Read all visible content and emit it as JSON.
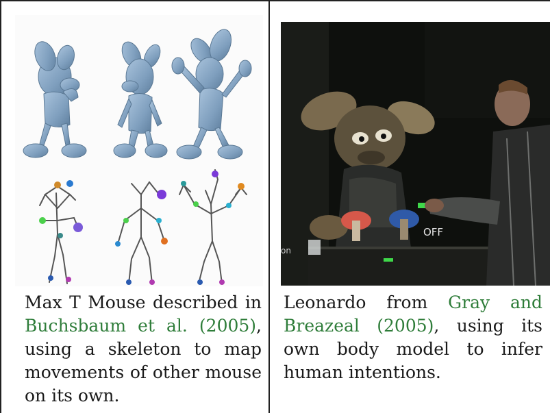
{
  "left_caption": {
    "prefix": "Max T Mouse described in ",
    "citation": "Buchsbaum et al. (2005)",
    "suffix": ", using a skeleton to map movements of other mouse on its own."
  },
  "right_caption": {
    "prefix": "Leonardo from ",
    "citation": "Gray and Breazeal (2005)",
    "suffix": ", using its own body model to infer human intentions."
  },
  "right_figure": {
    "sign_text": "OFF",
    "edge_text": "on"
  },
  "colors": {
    "citation": "#2f7d3a",
    "mouse_body": "#7f9fbe",
    "figure_background": "#0d0f0c"
  },
  "icons": {
    "left_figure": "mouse-skeleton-illustration",
    "right_figure": "leonardo-robot-photo"
  }
}
